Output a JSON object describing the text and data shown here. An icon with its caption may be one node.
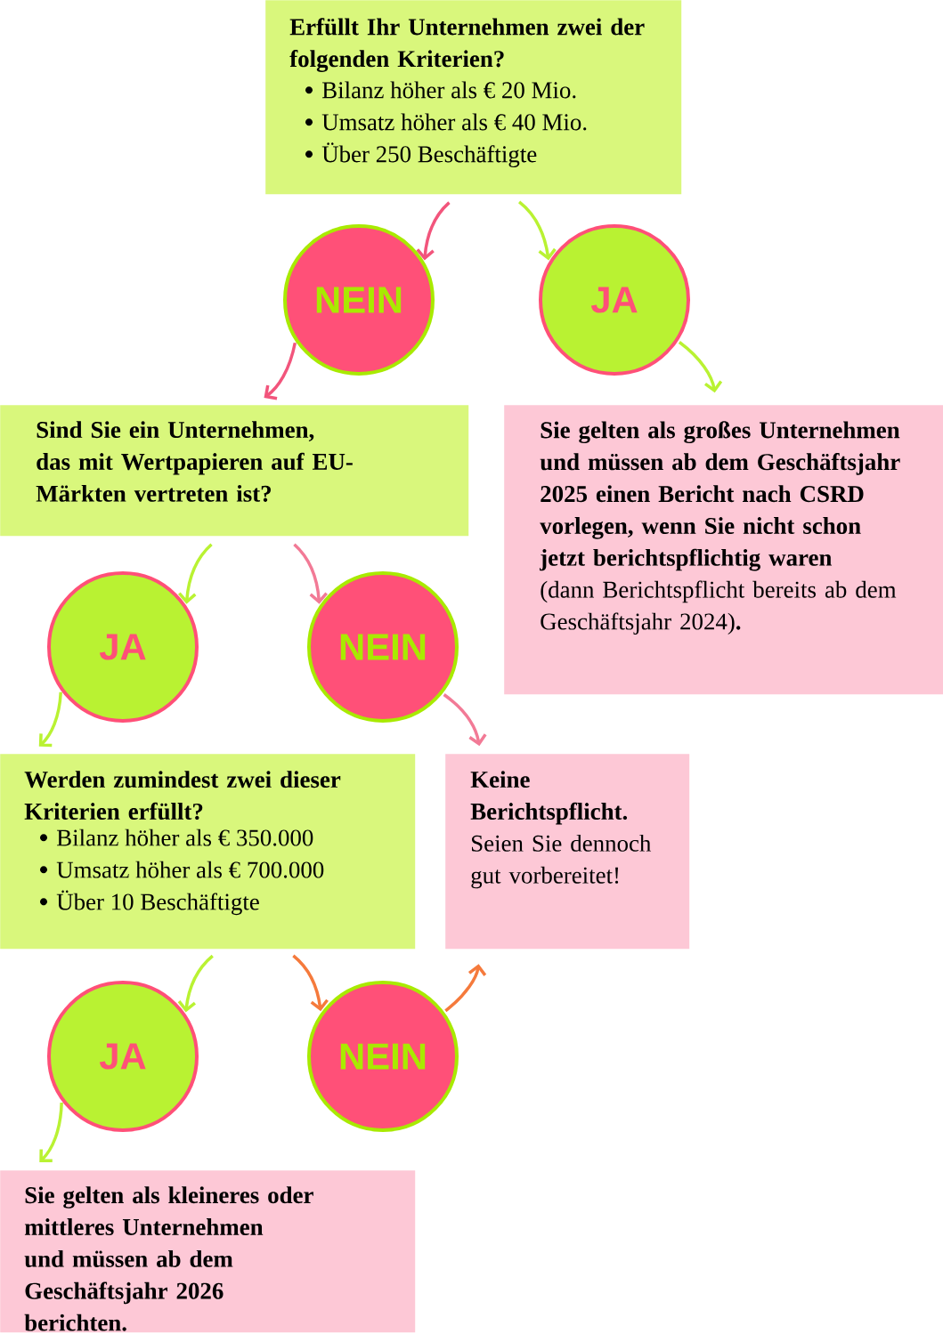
{
  "diagram": {
    "nodes": [
      {
        "text": [
          "Erfüllt Ihr Unternehmen zwei der folgenden Kriterien?",
          "Bilanz höher als € 20 Mio.",
          "Umsatz höher als € 40 Mio.",
          "Über 250 Beschäftigte"
        ]
      },
      {
        "text": [
          "NEIN"
        ]
      },
      {
        "text": [
          "JA"
        ]
      },
      {
        "text": [
          "Sind Sie ein Unternehmen, das mit Wertpapieren auf EU-Märkten vertreten ist?"
        ]
      },
      {
        "text": [
          "Sie gelten als großes Unternehmen und müssen ab dem Geschäftsjahr 2025 einen Bericht nach CSRD vorlegen, wenn Sie nicht schon jetzt berichtspflichtig waren",
          "(dann Berichtspflicht bereits ab dem Geschäftsjahr 2024)**.**"
        ]
      },
      {
        "text": [
          "JA"
        ]
      },
      {
        "text": [
          "NEIN"
        ]
      },
      {
        "text": [
          "Werden zumindest zwei dieser Kriterien erfüllt?",
          "Bilanz höher als € 350.000",
          "Umsatz höher als € 700.000",
          "Über 10 Beschäftigte"
        ]
      },
      {
        "text": [
          "Keine Berichtspflicht.",
          "Seien Sie dennoch gut vorbereitet!"
        ]
      },
      {
        "text": [
          "JA"
        ]
      },
      {
        "text": [
          "NEIN"
        ]
      },
      {
        "text": [
          "Sie gelten als kleineres oder mittleres Unternehmen und müssen ab dem Geschäftsjahr 2026 berichten."
        ]
      }
    ],
    "edges": [
      {
        "from": 0,
        "to": 1,
        "arrow": "to",
        "color": "#f2557c"
      },
      {
        "from": 0,
        "to": 2,
        "arrow": "to",
        "color": "#b9f232"
      },
      {
        "from": 1,
        "to": 3,
        "arrow": "to",
        "color": "#f2557c"
      },
      {
        "from": 2,
        "to": 4,
        "arrow": "to",
        "color": "#b9f232"
      },
      {
        "from": 3,
        "to": 5,
        "arrow": "to",
        "color": "#b9f232"
      },
      {
        "from": 3,
        "to": 6,
        "arrow": "to",
        "color": "#f27a96"
      },
      {
        "from": 6,
        "to": 8,
        "arrow": "to",
        "color": "#f27a96"
      },
      {
        "from": 5,
        "to": 7,
        "arrow": "to",
        "color": "#b9f232"
      },
      {
        "from": 7,
        "to": 9,
        "arrow": "to",
        "color": "#b9f232"
      },
      {
        "from": 7,
        "to": 10,
        "arrow": "to",
        "color": "#f57a3c"
      },
      {
        "from": 10,
        "to": 8,
        "arrow": "to",
        "color": "#f57a3c"
      },
      {
        "from": 9,
        "to": 11,
        "arrow": "to",
        "color": "#b9f232"
      }
    ]
  }
}
